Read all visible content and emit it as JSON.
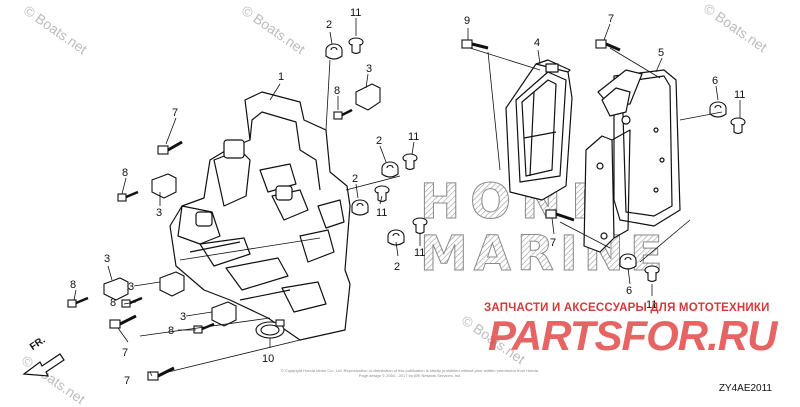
{
  "watermarks": {
    "boats_topleft": "© Boats.net",
    "boats_topmid": "© Boats.net",
    "boats_topright": "© Boats.net",
    "boats_bottomleft": "© Boats.net",
    "boats_bottommid": "© Boats.net"
  },
  "brand_watermark": {
    "line1": "HONDA",
    "line2": "MARINE"
  },
  "parts_watermark": {
    "caption": "ЗАПЧАСТИ И АКСЕССУАРЫ ДЛЯ МОТОТЕХНИКИ",
    "brand": "PARTSFOR.RU"
  },
  "direction_label": "FR.",
  "diagram_code": "ZY4AE2011",
  "copyright_lines": [
    "© Copyright Honda Motor Co., Ltd. Reproduction or distribution of this publication is strictly prohibited without prior written permission from Honda.",
    "Page design © 2004 - 2017 by ARI Network Services, Inc."
  ],
  "callouts": [
    {
      "id": "c1",
      "label": "1"
    },
    {
      "id": "c2a",
      "label": "2"
    },
    {
      "id": "c11a",
      "label": "11"
    },
    {
      "id": "c3a",
      "label": "3"
    },
    {
      "id": "c8a",
      "label": "8"
    },
    {
      "id": "c7a",
      "label": "7"
    },
    {
      "id": "c8b",
      "label": "8"
    },
    {
      "id": "c3b",
      "label": "3"
    },
    {
      "id": "c2b",
      "label": "2"
    },
    {
      "id": "c11b",
      "label": "11"
    },
    {
      "id": "c2c",
      "label": "2"
    },
    {
      "id": "c11c",
      "label": "11"
    },
    {
      "id": "c2d",
      "label": "2"
    },
    {
      "id": "c11d",
      "label": "11"
    },
    {
      "id": "c3c",
      "label": "3"
    },
    {
      "id": "c8c",
      "label": "8"
    },
    {
      "id": "c3d",
      "label": "3"
    },
    {
      "id": "c8d",
      "label": "8"
    },
    {
      "id": "c7b",
      "label": "7"
    },
    {
      "id": "c3e",
      "label": "3"
    },
    {
      "id": "c8e",
      "label": "8"
    },
    {
      "id": "c7c",
      "label": "7"
    },
    {
      "id": "c10",
      "label": "10"
    },
    {
      "id": "c9",
      "label": "9"
    },
    {
      "id": "c4",
      "label": "4"
    },
    {
      "id": "c7d",
      "label": "7"
    },
    {
      "id": "c5",
      "label": "5"
    },
    {
      "id": "c6a",
      "label": "6"
    },
    {
      "id": "c11e",
      "label": "11"
    },
    {
      "id": "c7e",
      "label": "7"
    },
    {
      "id": "c6b",
      "label": "6"
    },
    {
      "id": "c11f",
      "label": "11"
    }
  ]
}
